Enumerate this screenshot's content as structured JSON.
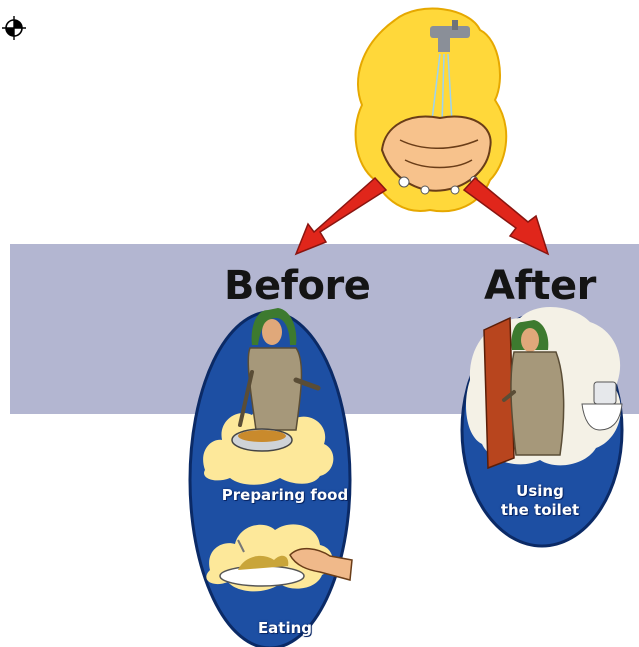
{
  "headings": {
    "before": "Before",
    "after": "After"
  },
  "captions": {
    "preparing_food": "Preparing food",
    "eating": "Eating",
    "using_toilet_line1": "Using",
    "using_toilet_line2": "the toilet"
  },
  "colors": {
    "band": "#b3b6d1",
    "oval_blue": "#1d4fa3",
    "arrow_red": "#e0261b",
    "splash_yellow": "#ffd83a",
    "heading_text": "#141414",
    "caption_text": "#ffffff"
  },
  "icons": [
    "registration-mark-icon",
    "tap-icon",
    "washing-hands-icon",
    "arrow-icon",
    "cooking-woman-icon",
    "eating-hand-icon",
    "toilet-icon",
    "door-icon"
  ]
}
